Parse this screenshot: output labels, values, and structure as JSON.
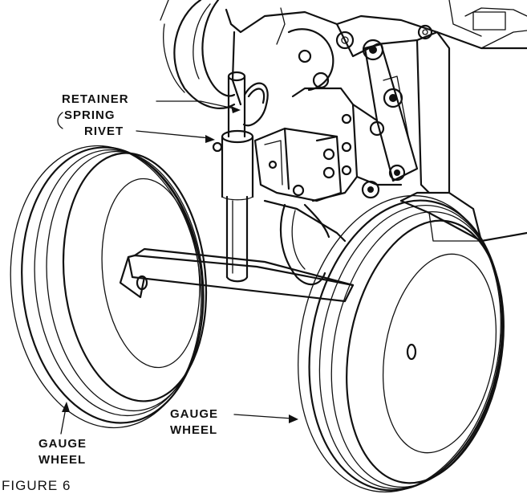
{
  "labels": {
    "retainer": "RETAINER",
    "spring": "SPRING",
    "rivet": "RIVET",
    "gauge_wheel_left_1": "GAUGE",
    "gauge_wheel_left_2": "WHEEL",
    "gauge_wheel_right_1": "GAUGE",
    "gauge_wheel_right_2": "WHEEL"
  },
  "caption": "FIGURE 6"
}
